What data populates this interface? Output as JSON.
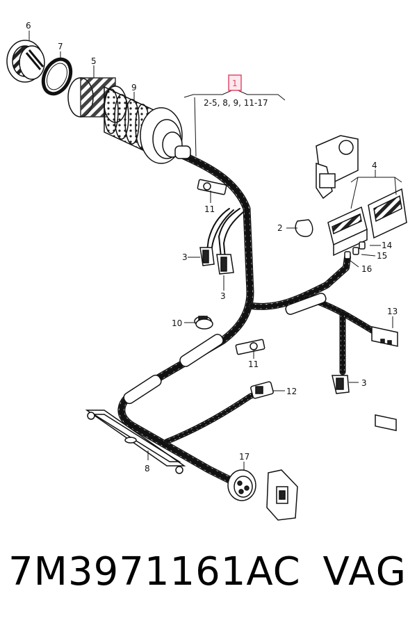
{
  "callouts": {
    "c1": "1",
    "c1_note": "2-5, 8, 9, 11-17",
    "c2": "2",
    "c3a": "3",
    "c3b": "3",
    "c3c": "3",
    "c4": "4",
    "c5": "5",
    "c6": "6",
    "c7": "7",
    "c8": "8",
    "c9": "9",
    "c10": "10",
    "c11a": "11",
    "c11b": "11",
    "c12": "12",
    "c13": "13",
    "c14": "14",
    "c15": "15",
    "c16": "16",
    "c17": "17"
  },
  "footer": {
    "part_number": "7M3971161AC",
    "brand": "VAG"
  },
  "colors": {
    "highlight_box": "#e24a6a",
    "line": "#111111"
  }
}
